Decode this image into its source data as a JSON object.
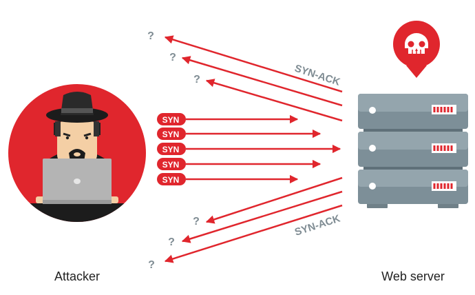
{
  "labels": {
    "attacker": "Attacker",
    "server": "Web server"
  },
  "packets": {
    "syn": [
      "SYN",
      "SYN",
      "SYN",
      "SYN",
      "SYN"
    ],
    "syn_ack_top": "SYN-ACK",
    "syn_ack_bottom": "SYN-ACK",
    "unknown": [
      "?",
      "?",
      "?",
      "?",
      "?",
      "?"
    ]
  },
  "colors": {
    "red": "#e0262d",
    "gray": "#7f8c93",
    "server": "#8a9ba3"
  },
  "icons": {
    "attacker": "hacker-with-laptop-icon",
    "server": "server-rack-icon",
    "alert": "skull-pin-icon"
  }
}
